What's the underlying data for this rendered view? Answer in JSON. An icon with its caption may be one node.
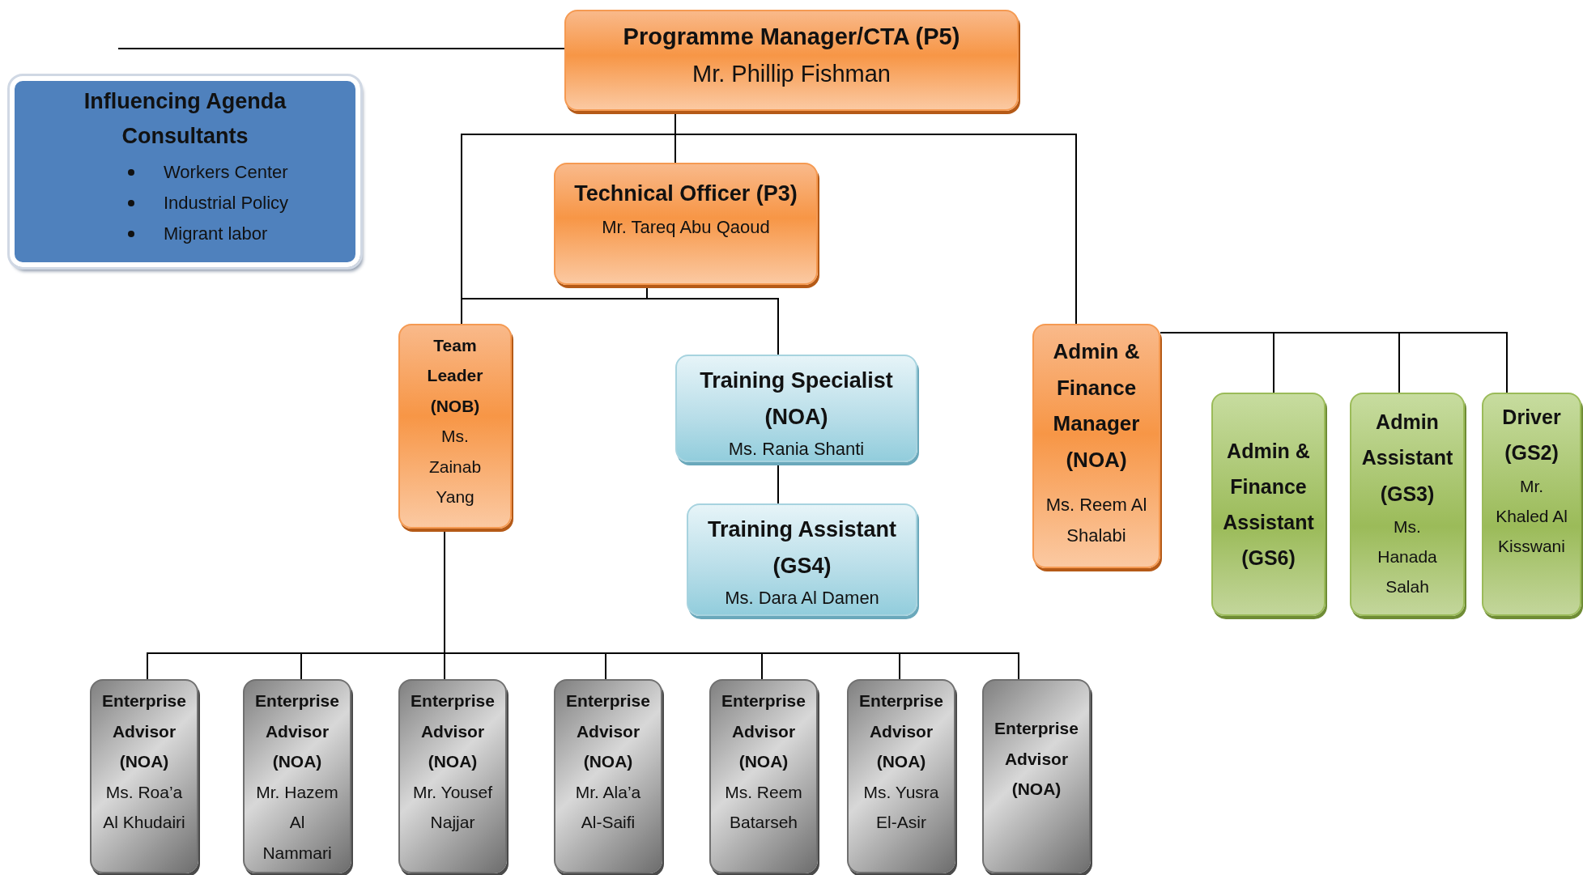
{
  "diagram": {
    "nodes": [
      {
        "text": [
          "Programme Manager/CTA (P5)",
          "Mr. Phillip Fishman"
        ]
      },
      {
        "text": [
          "Influencing Agenda Consultants",
          "Workers Center",
          "Industrial Policy",
          "Migrant labor"
        ]
      },
      {
        "text": [
          "Technical Officer (P3)",
          "Mr. Tareq Abu Qaoud"
        ]
      },
      {
        "text": [
          "Team Leader (NOB)",
          "Ms. Zainab Yang"
        ]
      },
      {
        "text": [
          "Training Specialist (NOA)",
          "Ms. Rania Shanti"
        ]
      },
      {
        "text": [
          "Training Assistant (GS4)",
          "Ms. Dara Al Damen"
        ]
      },
      {
        "text": [
          "Admin & Finance Manager (NOA)",
          "Ms. Reem Al Shalabi"
        ]
      },
      {
        "text": [
          "Admin & Finance Assistant (GS6)"
        ]
      },
      {
        "text": [
          "Admin Assistant (GS3)",
          "Ms. Hanada Salah"
        ]
      },
      {
        "text": [
          "Driver (GS2)",
          "Mr. Khaled Al Kisswani"
        ]
      },
      {
        "text": [
          "Enterprise Advisor (NOA)",
          "Ms. Roa’a Al Khudairi"
        ]
      },
      {
        "text": [
          "Enterprise Advisor (NOA)",
          "Mr. Hazem Al Nammari"
        ]
      },
      {
        "text": [
          "Enterprise Advisor (NOA)",
          "Mr. Yousef Najjar"
        ]
      },
      {
        "text": [
          "Enterprise Advisor (NOA)",
          "Mr. Ala’a Al-Saifi"
        ]
      },
      {
        "text": [
          "Enterprise Advisor (NOA)",
          "Ms. Reem Batarseh"
        ]
      },
      {
        "text": [
          "Enterprise Advisor (NOA)",
          "Ms. Yusra El-Asir"
        ]
      },
      {
        "text": [
          "Enterprise Advisor (NOA)"
        ]
      }
    ],
    "edges": [
      {
        "from": 0,
        "to": null,
        "arrow": "none"
      },
      {
        "from": 0,
        "to": 2,
        "arrow": "none"
      },
      {
        "from": 0,
        "to": 3,
        "arrow": "none"
      },
      {
        "from": 0,
        "to": 6,
        "arrow": "none"
      },
      {
        "from": 2,
        "to": 3,
        "arrow": "none"
      },
      {
        "from": 2,
        "to": 4,
        "arrow": "none"
      },
      {
        "from": 4,
        "to": 5,
        "arrow": "none"
      },
      {
        "from": 6,
        "to": 7,
        "arrow": "none"
      },
      {
        "from": 6,
        "to": 8,
        "arrow": "none"
      },
      {
        "from": 6,
        "to": 9,
        "arrow": "none"
      },
      {
        "from": 3,
        "to": 10,
        "arrow": "none"
      },
      {
        "from": 3,
        "to": 11,
        "arrow": "none"
      },
      {
        "from": 3,
        "to": 12,
        "arrow": "none"
      },
      {
        "from": 3,
        "to": 13,
        "arrow": "none"
      },
      {
        "from": 3,
        "to": 14,
        "arrow": "none"
      },
      {
        "from": 3,
        "to": 15,
        "arrow": "none"
      },
      {
        "from": 3,
        "to": 16,
        "arrow": "none"
      }
    ]
  }
}
